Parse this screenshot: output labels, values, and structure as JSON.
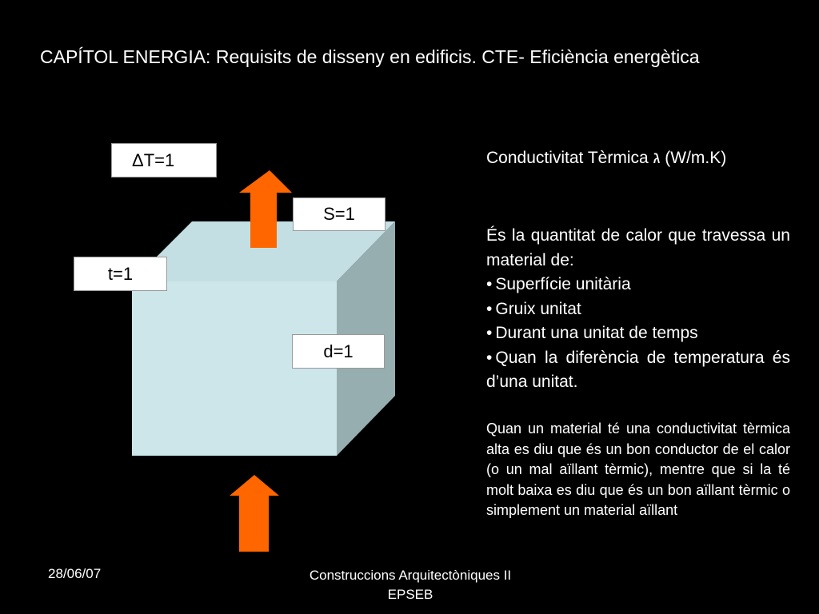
{
  "title": "CAPÍTOL ENERGIA: Requisits de disseny en edificis. CTE- Eficiència energètica",
  "diagram": {
    "labels": {
      "delta_t": "ΔT=1",
      "s": "S=1",
      "t": "t=1",
      "d": "d=1"
    },
    "colors": {
      "cube_front": "#cce6ea",
      "cube_top": "#c4dfe3",
      "cube_side": "#97aeb0",
      "arrow": "#ff6600"
    }
  },
  "content": {
    "heading": "Conductivitat Tèrmica ג (W/m.K)",
    "definition": "És la quantitat de calor que travessa un material de:",
    "bullets": [
      "Superfície unitària",
      "Gruix unitat",
      "Durant una unitat de temps",
      "Quan la diferència de temperatura és d’una unitat."
    ],
    "note": "Quan un material té una conductivitat tèrmica alta es diu que és un bon conductor de el calor (o un mal aïllant tèrmic), mentre que si la té molt baixa es diu que és un bon aïllant tèrmic o simplement un material aïllant"
  },
  "footer": {
    "date": "28/06/07",
    "course_line1": "Construccions Arquitectòniques II",
    "course_line2": "EPSEB"
  }
}
